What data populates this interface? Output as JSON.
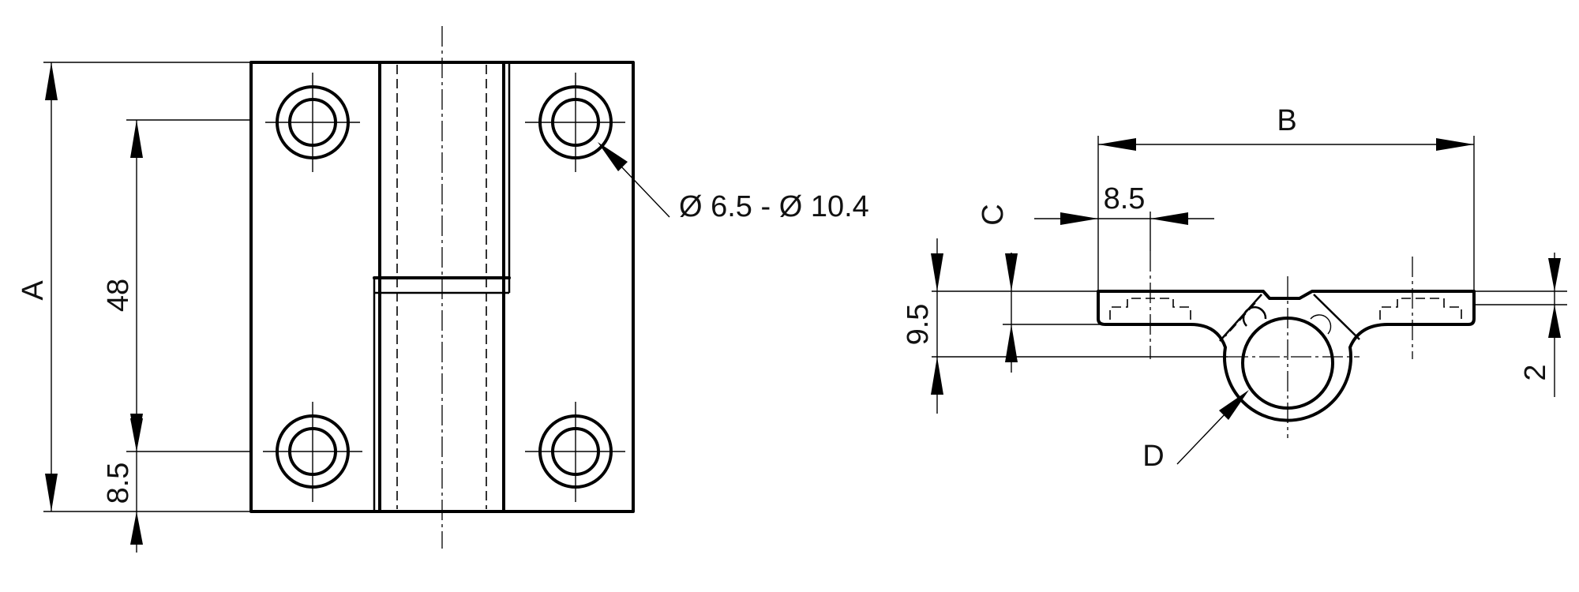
{
  "figure": {
    "labels": {
      "dim_a": "A",
      "dim_48": "48",
      "dim_85_left": "8.5",
      "hole_callout": "Ø 6.5 - Ø 10.4",
      "dim_b": "B",
      "dim_c": "C",
      "dim_85_right": "8.5",
      "dim_95": "9.5",
      "dim_2": "2",
      "dim_d": "D"
    }
  }
}
